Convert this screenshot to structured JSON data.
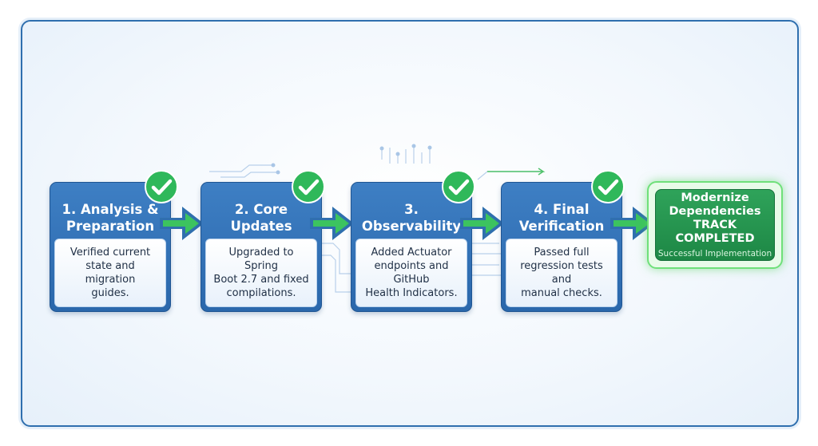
{
  "steps": [
    {
      "title": "1. Analysis &\nPreparation",
      "description": "Verified current\nstate and migration\nguides.",
      "status": "completed"
    },
    {
      "title": "2. Core\nUpdates",
      "description": "Upgraded to Spring\nBoot 2.7 and fixed\ncompilations.",
      "status": "completed"
    },
    {
      "title": "3.\nObservability",
      "description": "Added Actuator\nendpoints and GitHub\nHealth Indicators.",
      "status": "completed"
    },
    {
      "title": "4. Final\nVerification",
      "description": "Passed full\nregression tests and\nmanual checks.",
      "status": "completed"
    }
  ],
  "final": {
    "title": "Modernize\nDependencies\nTRACK COMPLETED",
    "subtitle": "Successful Implementation"
  },
  "colors": {
    "step_blue": "#2a67ab",
    "check_green": "#2fb85a",
    "arrow_green": "#3cc35f",
    "final_green": "#1d8745",
    "frame_border": "#2f6fae"
  },
  "icons": {
    "check": "check-circle-icon",
    "arrow": "arrow-right-icon"
  }
}
